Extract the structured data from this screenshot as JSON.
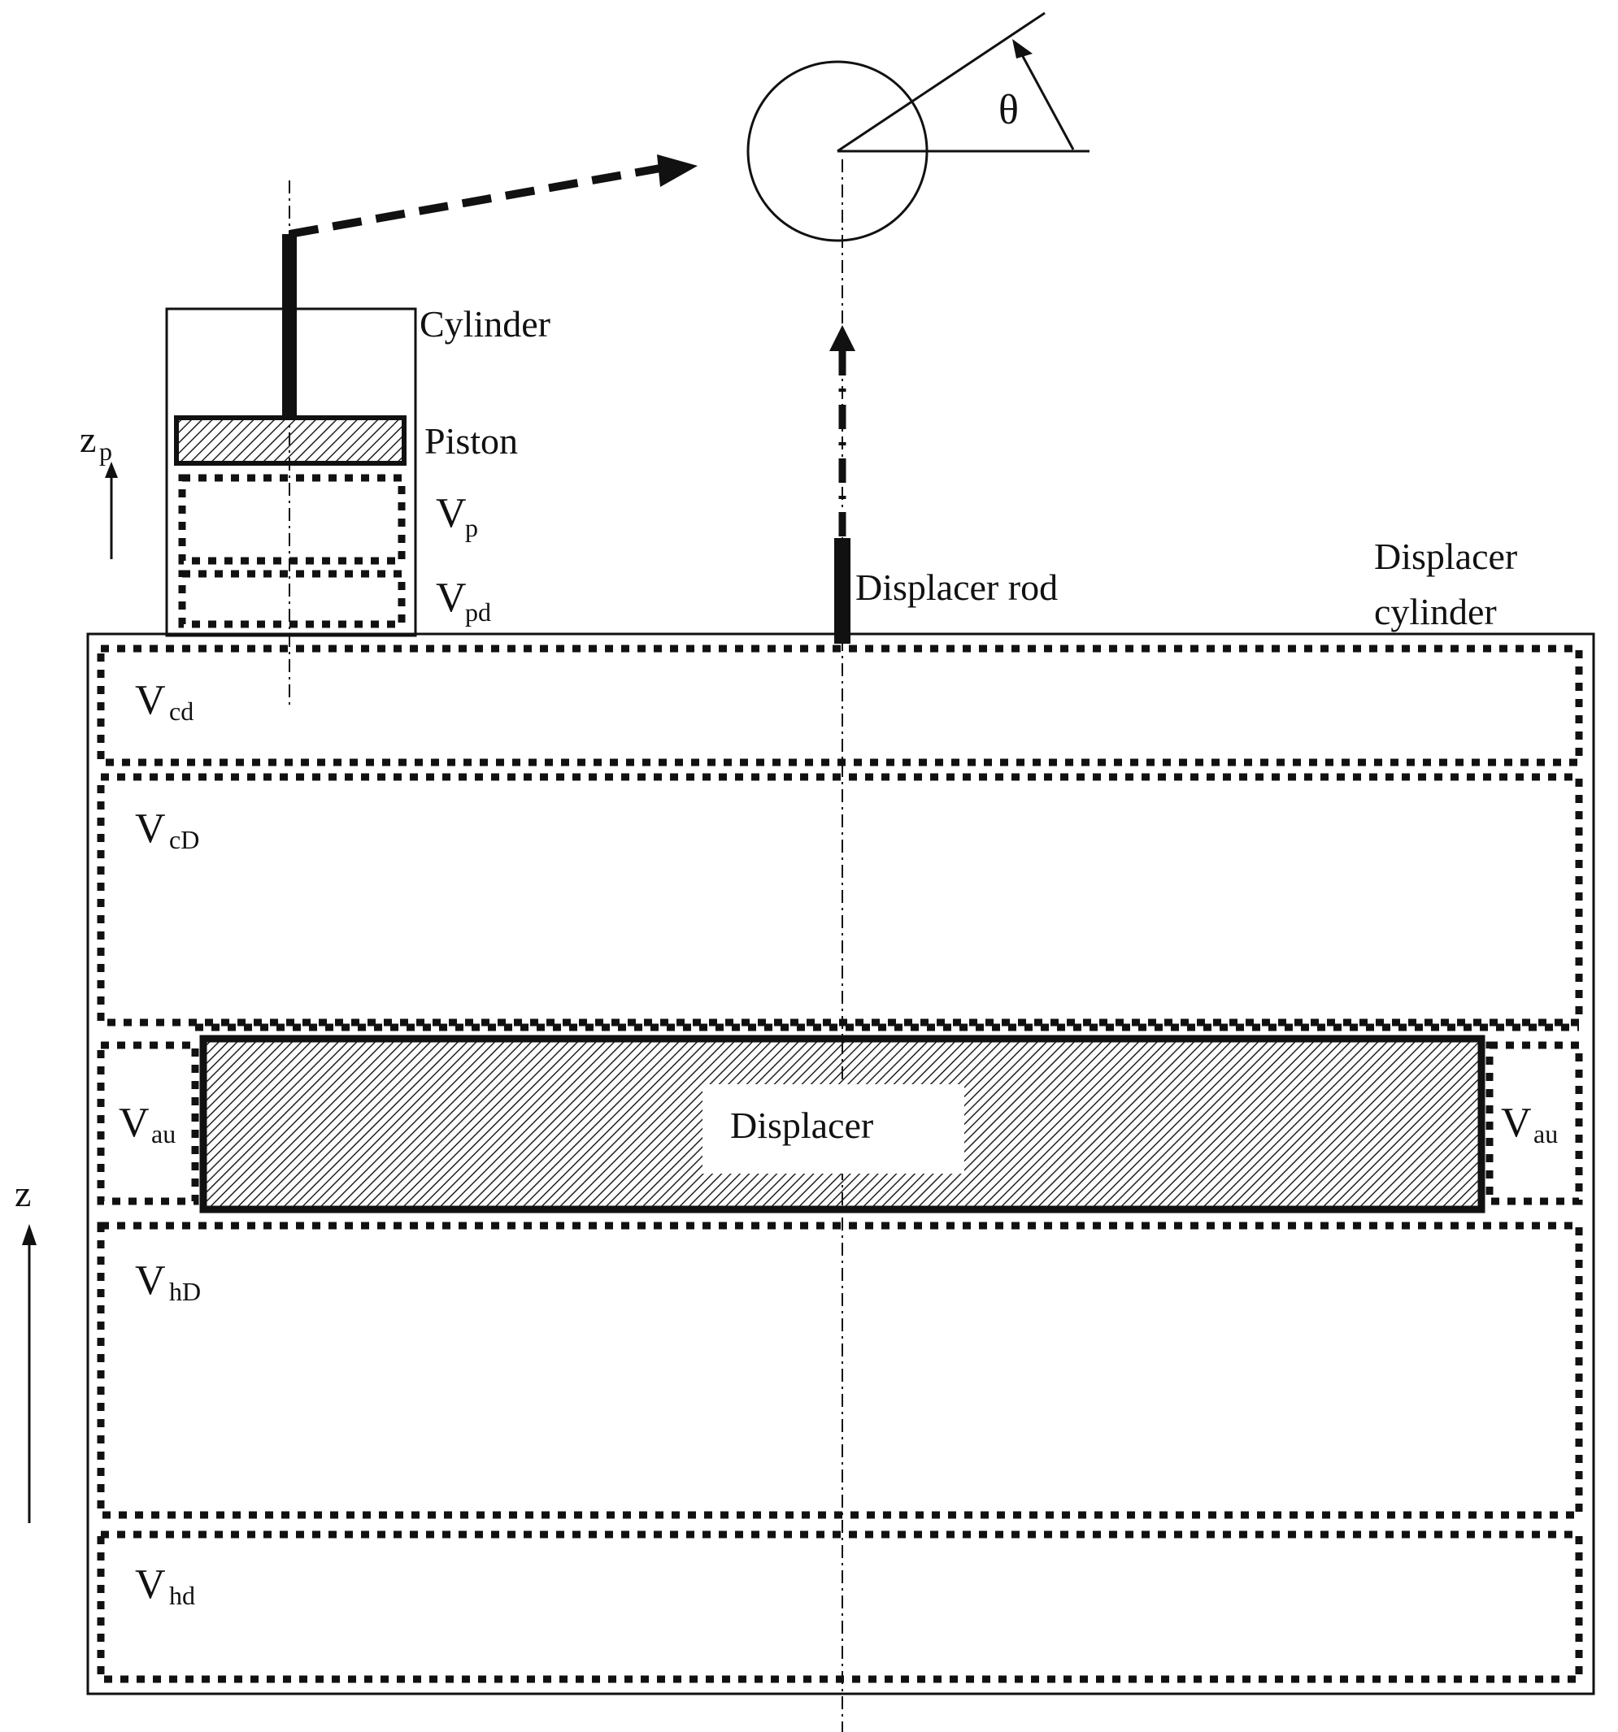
{
  "labels": {
    "theta": "θ",
    "cylinder": "Cylinder",
    "piston": "Piston",
    "z_piston": "z",
    "z_piston_sub": "p",
    "displacer_rod": "Displacer rod",
    "displacer_cylinder_line1": "Displacer",
    "displacer_cylinder_line2": "cylinder",
    "displacer": "Displacer",
    "z": "z"
  },
  "volumes": {
    "vp": {
      "main": "V",
      "sub": "p"
    },
    "vpd": {
      "main": "V",
      "sub": "pd"
    },
    "vcd": {
      "main": "V",
      "sub": "cd"
    },
    "vcD": {
      "main": "V",
      "sub": "cD"
    },
    "vau_left": {
      "main": "V",
      "sub": "au"
    },
    "vau_right": {
      "main": "V",
      "sub": "au"
    },
    "vhD": {
      "main": "V",
      "sub": "hD"
    },
    "vhd": {
      "main": "V",
      "sub": "hd"
    }
  },
  "colors": {
    "line": "#111111",
    "hatch": "#222222",
    "background": "#ffffff"
  }
}
